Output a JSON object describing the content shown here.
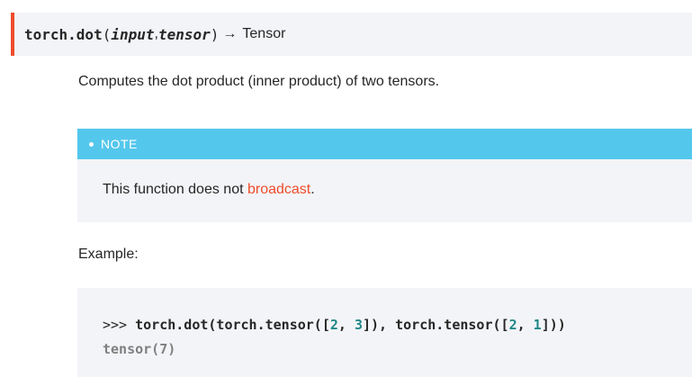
{
  "signature": {
    "prefix": "torch.dot",
    "open_paren": "(",
    "param1": "input",
    "separator": ", ",
    "param2": "tensor",
    "close_paren": ")",
    "arrow": "→",
    "return_type": "Tensor"
  },
  "description": "Computes the dot product (inner product) of two tensors.",
  "note": {
    "title": "NOTE",
    "text_before": "This function does not ",
    "link_text": "broadcast",
    "text_after": "."
  },
  "example_label": "Example:",
  "code": {
    "prompt": ">>> ",
    "t1": "torch.dot(torch.tensor([",
    "n1": "2",
    "t2": ", ",
    "n2": "3",
    "t3": "]), torch.tensor([",
    "n3": "2",
    "t4": ", ",
    "n4": "1",
    "t5": "]))",
    "output": "tensor(7)"
  },
  "colors": {
    "accent": "#ee4c2c",
    "note_header": "#54c7ec",
    "block_background": "#f3f4f7",
    "code_number": "#208888"
  }
}
